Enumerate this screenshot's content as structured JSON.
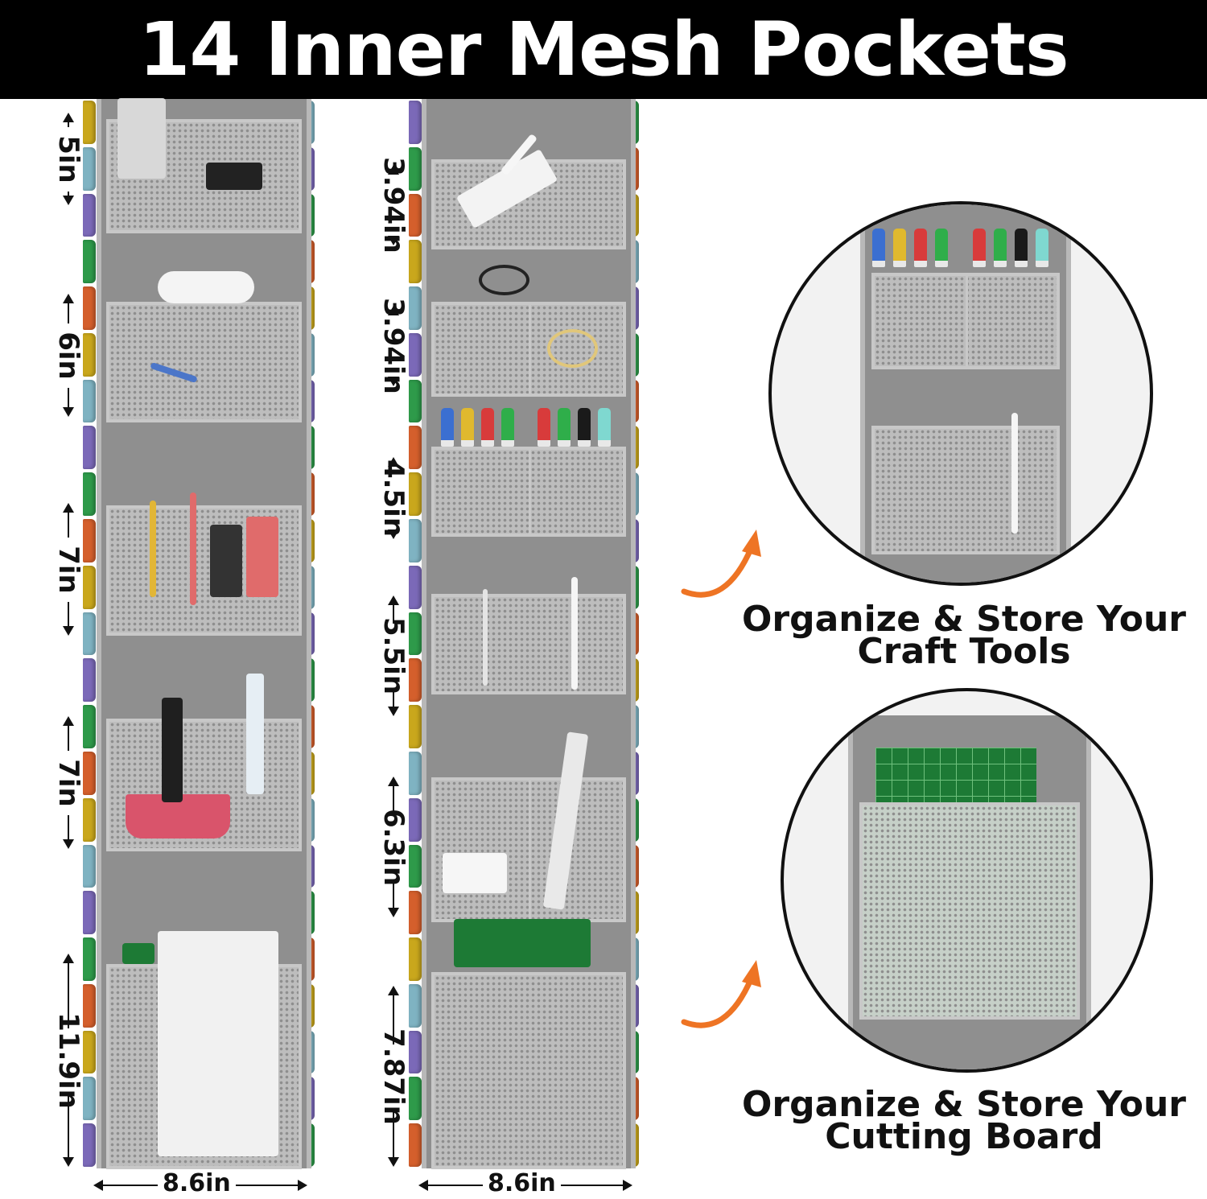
{
  "title": "14 Inner Mesh Pockets",
  "left_column": {
    "dimensions": [
      "5in",
      "6in",
      "7in",
      "7in",
      "11.9in"
    ],
    "width": "8.6in"
  },
  "right_column": {
    "dimensions": [
      "3.94in",
      "3.94in",
      "4.5in",
      "5.5in",
      "6.3in",
      "7.87in"
    ],
    "width": "8.6in"
  },
  "callouts": [
    {
      "caption_line1": "Organize & Store Your",
      "caption_line2": "Craft Tools"
    },
    {
      "caption_line1": "Organize & Store Your",
      "caption_line2": "Cutting Board"
    }
  ],
  "colors": {
    "accent_orange": "#ee7424",
    "vinyl_rolls": [
      "#c9a71c",
      "#7fb3c2",
      "#7b69b8",
      "#2e9a4a",
      "#d45f2c"
    ]
  }
}
